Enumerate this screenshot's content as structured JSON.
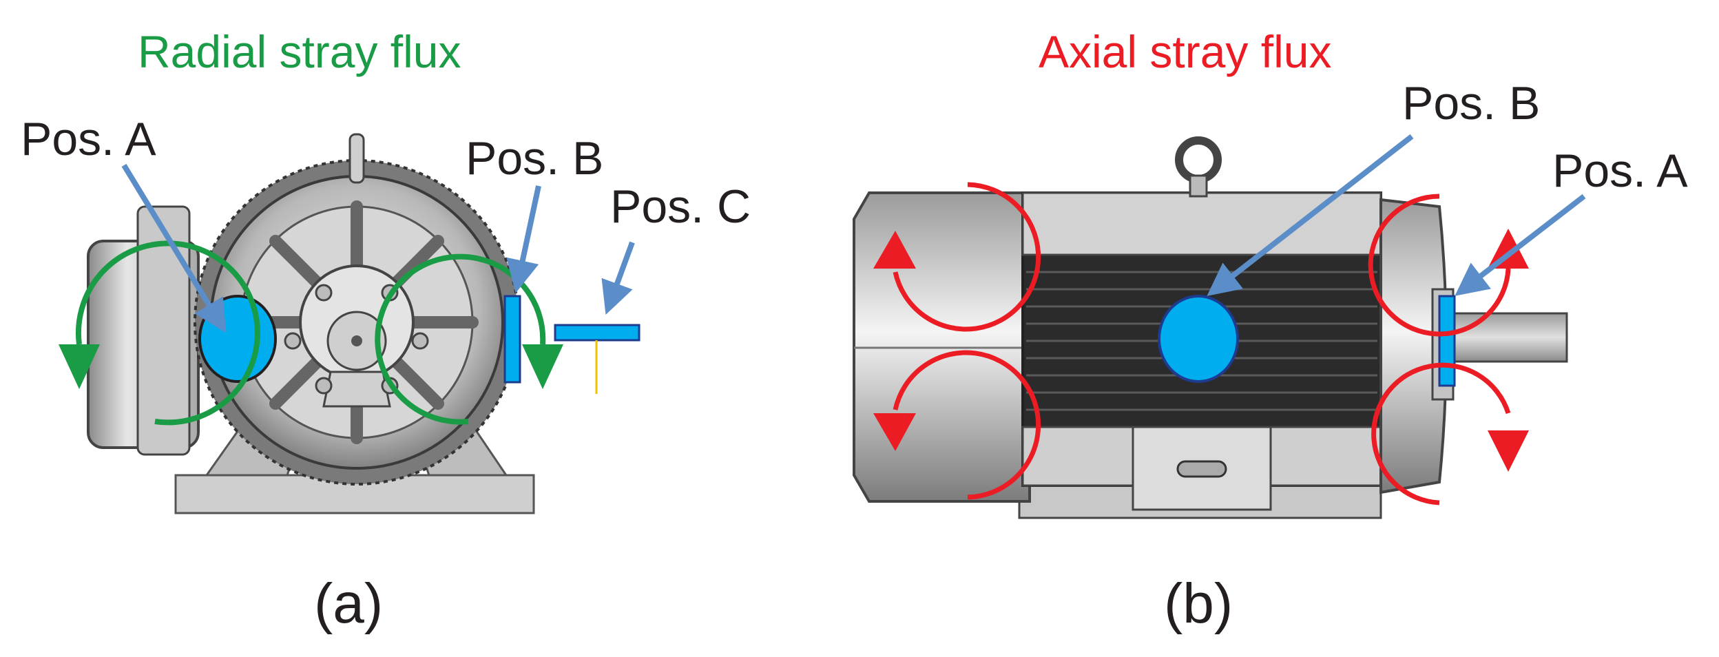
{
  "panel_a": {
    "title": "Radial stray flux",
    "pos_a": "Pos. A",
    "pos_b": "Pos. B",
    "pos_c": "Pos. C",
    "caption": "(a)",
    "title_color": "#1a9b46"
  },
  "panel_b": {
    "title": "Axial stray flux",
    "pos_b": "Pos. B",
    "pos_a": "Pos. A",
    "caption": "(b)",
    "title_color": "#ec1c24"
  },
  "colors": {
    "sensor_fill": "#00aeef",
    "sensor_stroke": "#1d3b8f",
    "pointer_arrow": "#5b8ec9",
    "radial_flux_arrow": "#1a9b46",
    "axial_flux_arrow": "#ec1c24",
    "probe_lead": "#f2c200"
  }
}
